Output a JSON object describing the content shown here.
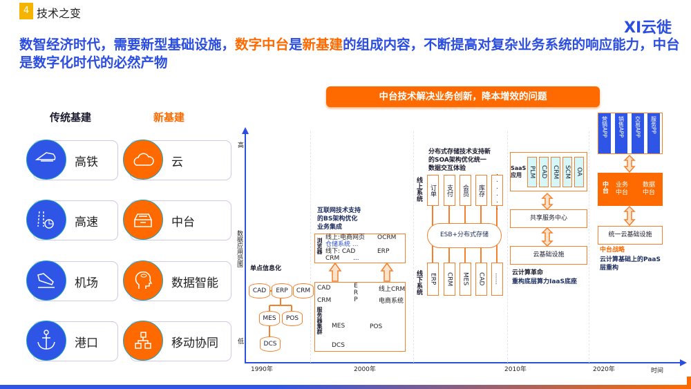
{
  "header": {
    "section_number": "4",
    "section_title": "技术之变",
    "logo_text": "云徙",
    "logo_mark": "XI"
  },
  "headline": {
    "part1": "数智经济时代，需要新型基础设施，",
    "part2": "数字中台",
    "part3": "是",
    "part4": "新基建",
    "part5": "的组成内容，不断提高对复杂业务系统的响应能力，中台是数字化时代的必然产物"
  },
  "banner": "中台技术解决业务创新，降本增效的问题",
  "left": {
    "traditional_title": "传统基建",
    "new_title": "新基建",
    "traditional": [
      {
        "label": "高铁",
        "icon": "train-icon"
      },
      {
        "label": "高速",
        "icon": "highway-icon"
      },
      {
        "label": "机场",
        "icon": "airport-icon"
      },
      {
        "label": "港口",
        "icon": "anchor-icon"
      }
    ],
    "new": [
      {
        "label": "云",
        "icon": "cloud-icon"
      },
      {
        "label": "中台",
        "icon": "inbox-icon"
      },
      {
        "label": "数据智能",
        "icon": "head-icon"
      },
      {
        "label": "移动协同",
        "icon": "org-chart-icon"
      }
    ]
  },
  "axis": {
    "high": "高",
    "low": "低",
    "ylabel": "数据应用范围",
    "xlabel": "时间",
    "years": [
      "1990年",
      "2000年",
      "2010年",
      "2020年"
    ]
  },
  "era1990": {
    "title": "单点信息化",
    "top": [
      "CAD",
      "ERP",
      "CRM"
    ],
    "mid": [
      "MES",
      "POS"
    ],
    "bottom": "DCS"
  },
  "era2000": {
    "title": [
      "互联网技术支持",
      "的BS架构优化",
      "业务集成"
    ],
    "browser_label": "浏览器",
    "browser_lines": [
      "线上:电商网页",
      "OCRM",
      "仓储系统 ...",
      "线下:  CAD",
      "ERP",
      "CRM",
      "..."
    ],
    "server_label": "服务器集群",
    "left": [
      "CAD",
      "CRM"
    ],
    "center": "ERP",
    "right": [
      "线上CRM",
      "电商系统"
    ],
    "bottom": [
      "MES",
      "POS",
      "DCS"
    ]
  },
  "era_soa": {
    "title": [
      "分布式存储技术支持新",
      "的SOA架构优化统一",
      "数据交互体验"
    ],
    "online_label": "线上系统",
    "offline_label": "线下系统",
    "online": [
      "订单",
      "支付",
      "会员",
      "库存",
      "......"
    ],
    "bus": "ESB+分布式存储",
    "offline": [
      "ERP",
      "CRM",
      "MES",
      "CAD",
      "......"
    ]
  },
  "era2010": {
    "saas_label": "SaaS应用",
    "saas": [
      "PLM",
      "CAD",
      "CRM",
      "SCM",
      "OA"
    ],
    "shared": "共享服务中心",
    "infra": "云基础设施",
    "caption1": "云计算革命",
    "caption2": "重构底层算力IaaS底座"
  },
  "era2020": {
    "apps": [
      "营销APP",
      "销售APP",
      "交易APP",
      "服务PP"
    ],
    "zt_label": "中台",
    "zt_business": "业务中台",
    "zt_data": "数据中台",
    "infra": "统一云基础设施",
    "caption1": "中台战略",
    "caption2": "云计算基础上的PaaS层重构"
  },
  "colors": {
    "blue": "#2b4de0",
    "orange": "#ff6a00"
  }
}
